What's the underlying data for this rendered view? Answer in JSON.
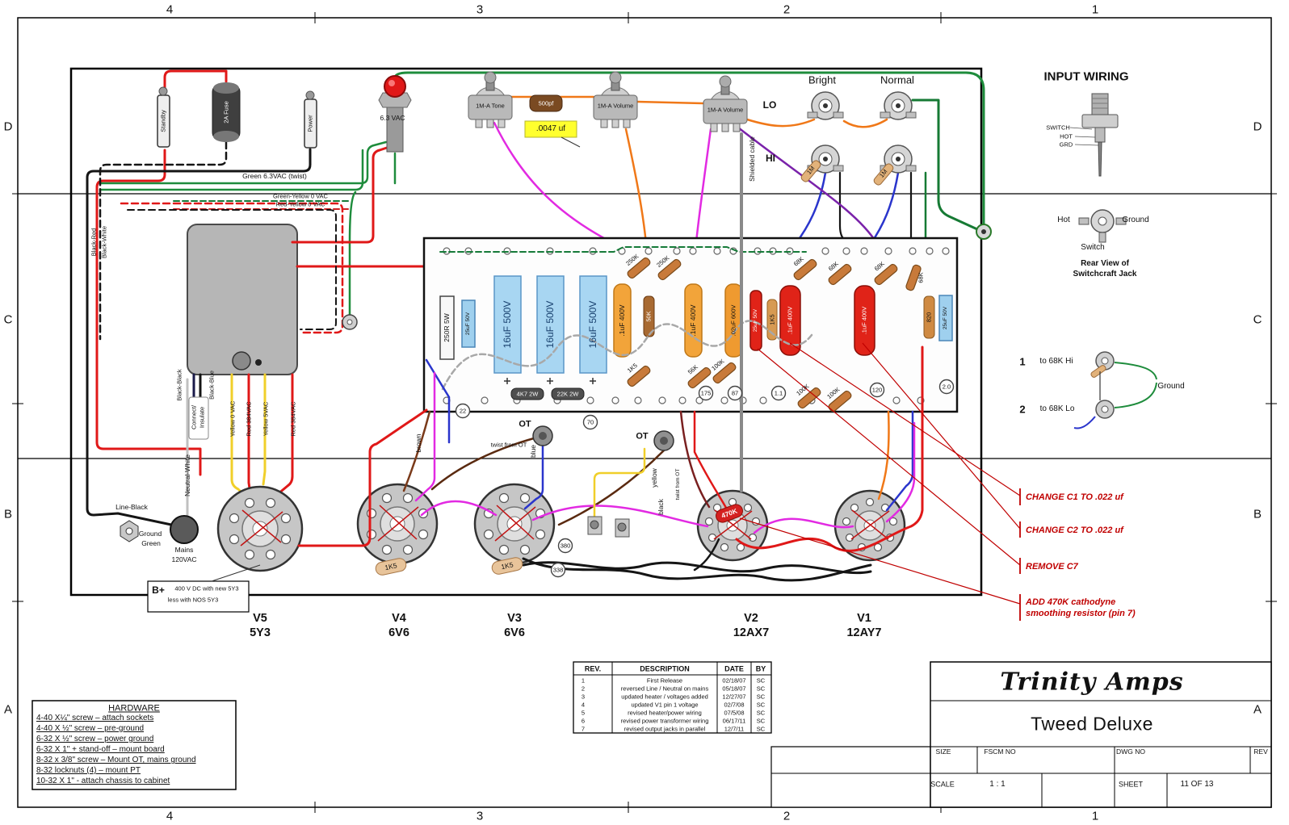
{
  "frame": {
    "col1": "4",
    "col2": "3",
    "col3": "2",
    "col4": "1",
    "rowD": "D",
    "rowC": "C",
    "rowB": "B",
    "rowA": "A"
  },
  "title_block": {
    "brand": "Trinity Amps",
    "title": "Tweed Deluxe",
    "size_label": "SIZE",
    "fscm_label": "FSCM NO",
    "dwg_label": "DWG NO",
    "rev_label": "REV",
    "scale_label": "SCALE",
    "scale_value": "1 : 1",
    "sheet_label": "SHEET",
    "sheet_value": "11 OF 13"
  },
  "revision_table": {
    "headers": [
      "REV.",
      "DESCRIPTION",
      "DATE",
      "BY"
    ],
    "rows": [
      [
        "1",
        "First Release",
        "02/18/07",
        "SC"
      ],
      [
        "2",
        "reversed Line / Neutral on mains",
        "05/18/07",
        "SC"
      ],
      [
        "3",
        "updated heater / voltages added",
        "12/27/07",
        "SC"
      ],
      [
        "4",
        "updated V1 pin 1 voltage",
        "02/7/08",
        "SC"
      ],
      [
        "5",
        "revised heater/power wiring",
        "07/5/08",
        "SC"
      ],
      [
        "6",
        "revised power transformer wiring",
        "06/17/11",
        "SC"
      ],
      [
        "7",
        "revised output jacks in parallel",
        "12/7/11",
        "SC"
      ]
    ]
  },
  "hardware": {
    "title": "HARDWARE",
    "items": [
      "4-40 X¼\" screw – attach sockets",
      "4-40 X ½\" screw – pre-ground",
      "6-32 X ½\"  screw – power ground",
      "6-32 X 1\" + stand-off – mount board",
      "8-32 x 3/8\" screw – Mount OT, mains ground",
      "8-32 locknuts (4)  – mount PT",
      "10-32 X 1\" - attach  chassis to cabinet"
    ]
  },
  "tubes": {
    "v5": "V5",
    "v5_type": "5Y3",
    "v4": "V4",
    "v4_type": "6V6",
    "v3": "V3",
    "v3_type": "6V6",
    "v2": "V2",
    "v2_type": "12AX7",
    "v1": "V1",
    "v1_type": "12AY7"
  },
  "input_wiring": {
    "title": "INPUT WIRING",
    "switch_label": "SWITCH",
    "hot_label": "HOT",
    "grd_label": "GRD",
    "hot": "Hot",
    "ground": "Ground",
    "switch": "Switch",
    "caption_line1": "Rear View of",
    "caption_line2": "Switchcraft Jack",
    "jack1_num": "1",
    "jack1_dest": "to 68K Hi",
    "jack2_num": "2",
    "jack2_dest": "to 68K Lo",
    "ground2": "Ground"
  },
  "mod_notes": {
    "note1": "CHANGE C1 TO  .022 uf",
    "note2": "CHANGE C2 TO  .022 uf",
    "note3": "REMOVE C7",
    "note4_line1": "ADD 470K cathodyne",
    "note4_line2": "smoothing resistor (pin 7)"
  },
  "inputs_panel": {
    "bright": "Bright",
    "normal": "Normal",
    "lo": "LO",
    "hi": "HI",
    "grid_resistor1": "1M",
    "grid_resistor2": "1M"
  },
  "controls": {
    "tone_pot": "1M-A Tone",
    "volume_pot1": "1M-A Volume",
    "volume_pot2": "1M-A Volume",
    "tone_cap": "500pf",
    "tone_cap_note": ".0047 uf"
  },
  "power_section": {
    "standby": "Standby",
    "power": "Power",
    "fuse": "2A Fuse",
    "pilot": "6.3 VAC",
    "heater_twist": "Green 6.3VAC (twist)",
    "green_yellow": "Green-Yellow    0 VAC",
    "red_yellow": "Red-Yellow     0 VAC",
    "shielded": "Shielded cable"
  },
  "transformer": {
    "black_red": "Black-Red",
    "black_white": "Black-White",
    "black_black": "Black-Black",
    "black_blue": "Black-Blue",
    "connect": "Connect/",
    "insulate": "Insulate",
    "yellow_0vac": "Yellow 0 VAC",
    "red_384vac_1": "Red 384VAC",
    "yellow_5vac": "Yellow 5VAC",
    "red_384vac_2": "Red 384VAC",
    "neutral": "Neutral-White",
    "line": "Line-Black",
    "ground_word1": "Ground",
    "ground_word2": "Green",
    "mains_word1": "Mains",
    "mains_word2": "120VAC",
    "bplus": "B+",
    "bplus_note1": "400 V DC with new 5Y3",
    "bplus_note2": "less with NOS 5Y3"
  },
  "board": {
    "r_250r_5w": "250R 5W",
    "c_25uf_left": "25uF 50V",
    "c_16uf_1": "16uF 500V",
    "c_16uf_2": "16uF 500V",
    "c_16uf_3": "16uF 500V",
    "c_coupling_1": ".1uF 400V",
    "r_50k": "50K",
    "c_coupling_2": ".1uF 400V",
    "c_coupling_3": ".02uF 600V",
    "c_c7": "25uF 50V",
    "r_1k5": "1K5",
    "c_c1": ".1uF 400V",
    "c_c2": ".1uF 400V",
    "r_820": "820",
    "c_25uf_right": "25uF 50V",
    "r_4k7": "4K7 2W",
    "r_22k": "22K 2W",
    "r_250k_1": "250K",
    "r_250k_2": "250K",
    "r_68k_1": "68K",
    "r_68k_2": "68K",
    "r_68k_3": "68K",
    "r_68k_4": "68K",
    "r_1k5_2": "1K5",
    "r_56k": "56K",
    "r_100k_1": "100K",
    "r_100k_2": "100K",
    "r_100k_3": "100K"
  },
  "test_points": {
    "tp1": "22",
    "tp2": "70",
    "tp3": "175",
    "tp4": "87",
    "tp5": "1.1",
    "tp6": "120",
    "tp7": "2.0",
    "tp8": "380",
    "tp9": "338"
  },
  "wiring": {
    "ot1": "OT",
    "ot2": "OT",
    "twist_from_ot1": "twist from OT",
    "twist_from_ot2": "twist from OT",
    "brown": "brown",
    "blue": "blue",
    "yellow": "yellow",
    "black": "black",
    "r_470k": "470K",
    "r_1k5_v4": "1K5",
    "r_1k5_v3": "1K5"
  }
}
